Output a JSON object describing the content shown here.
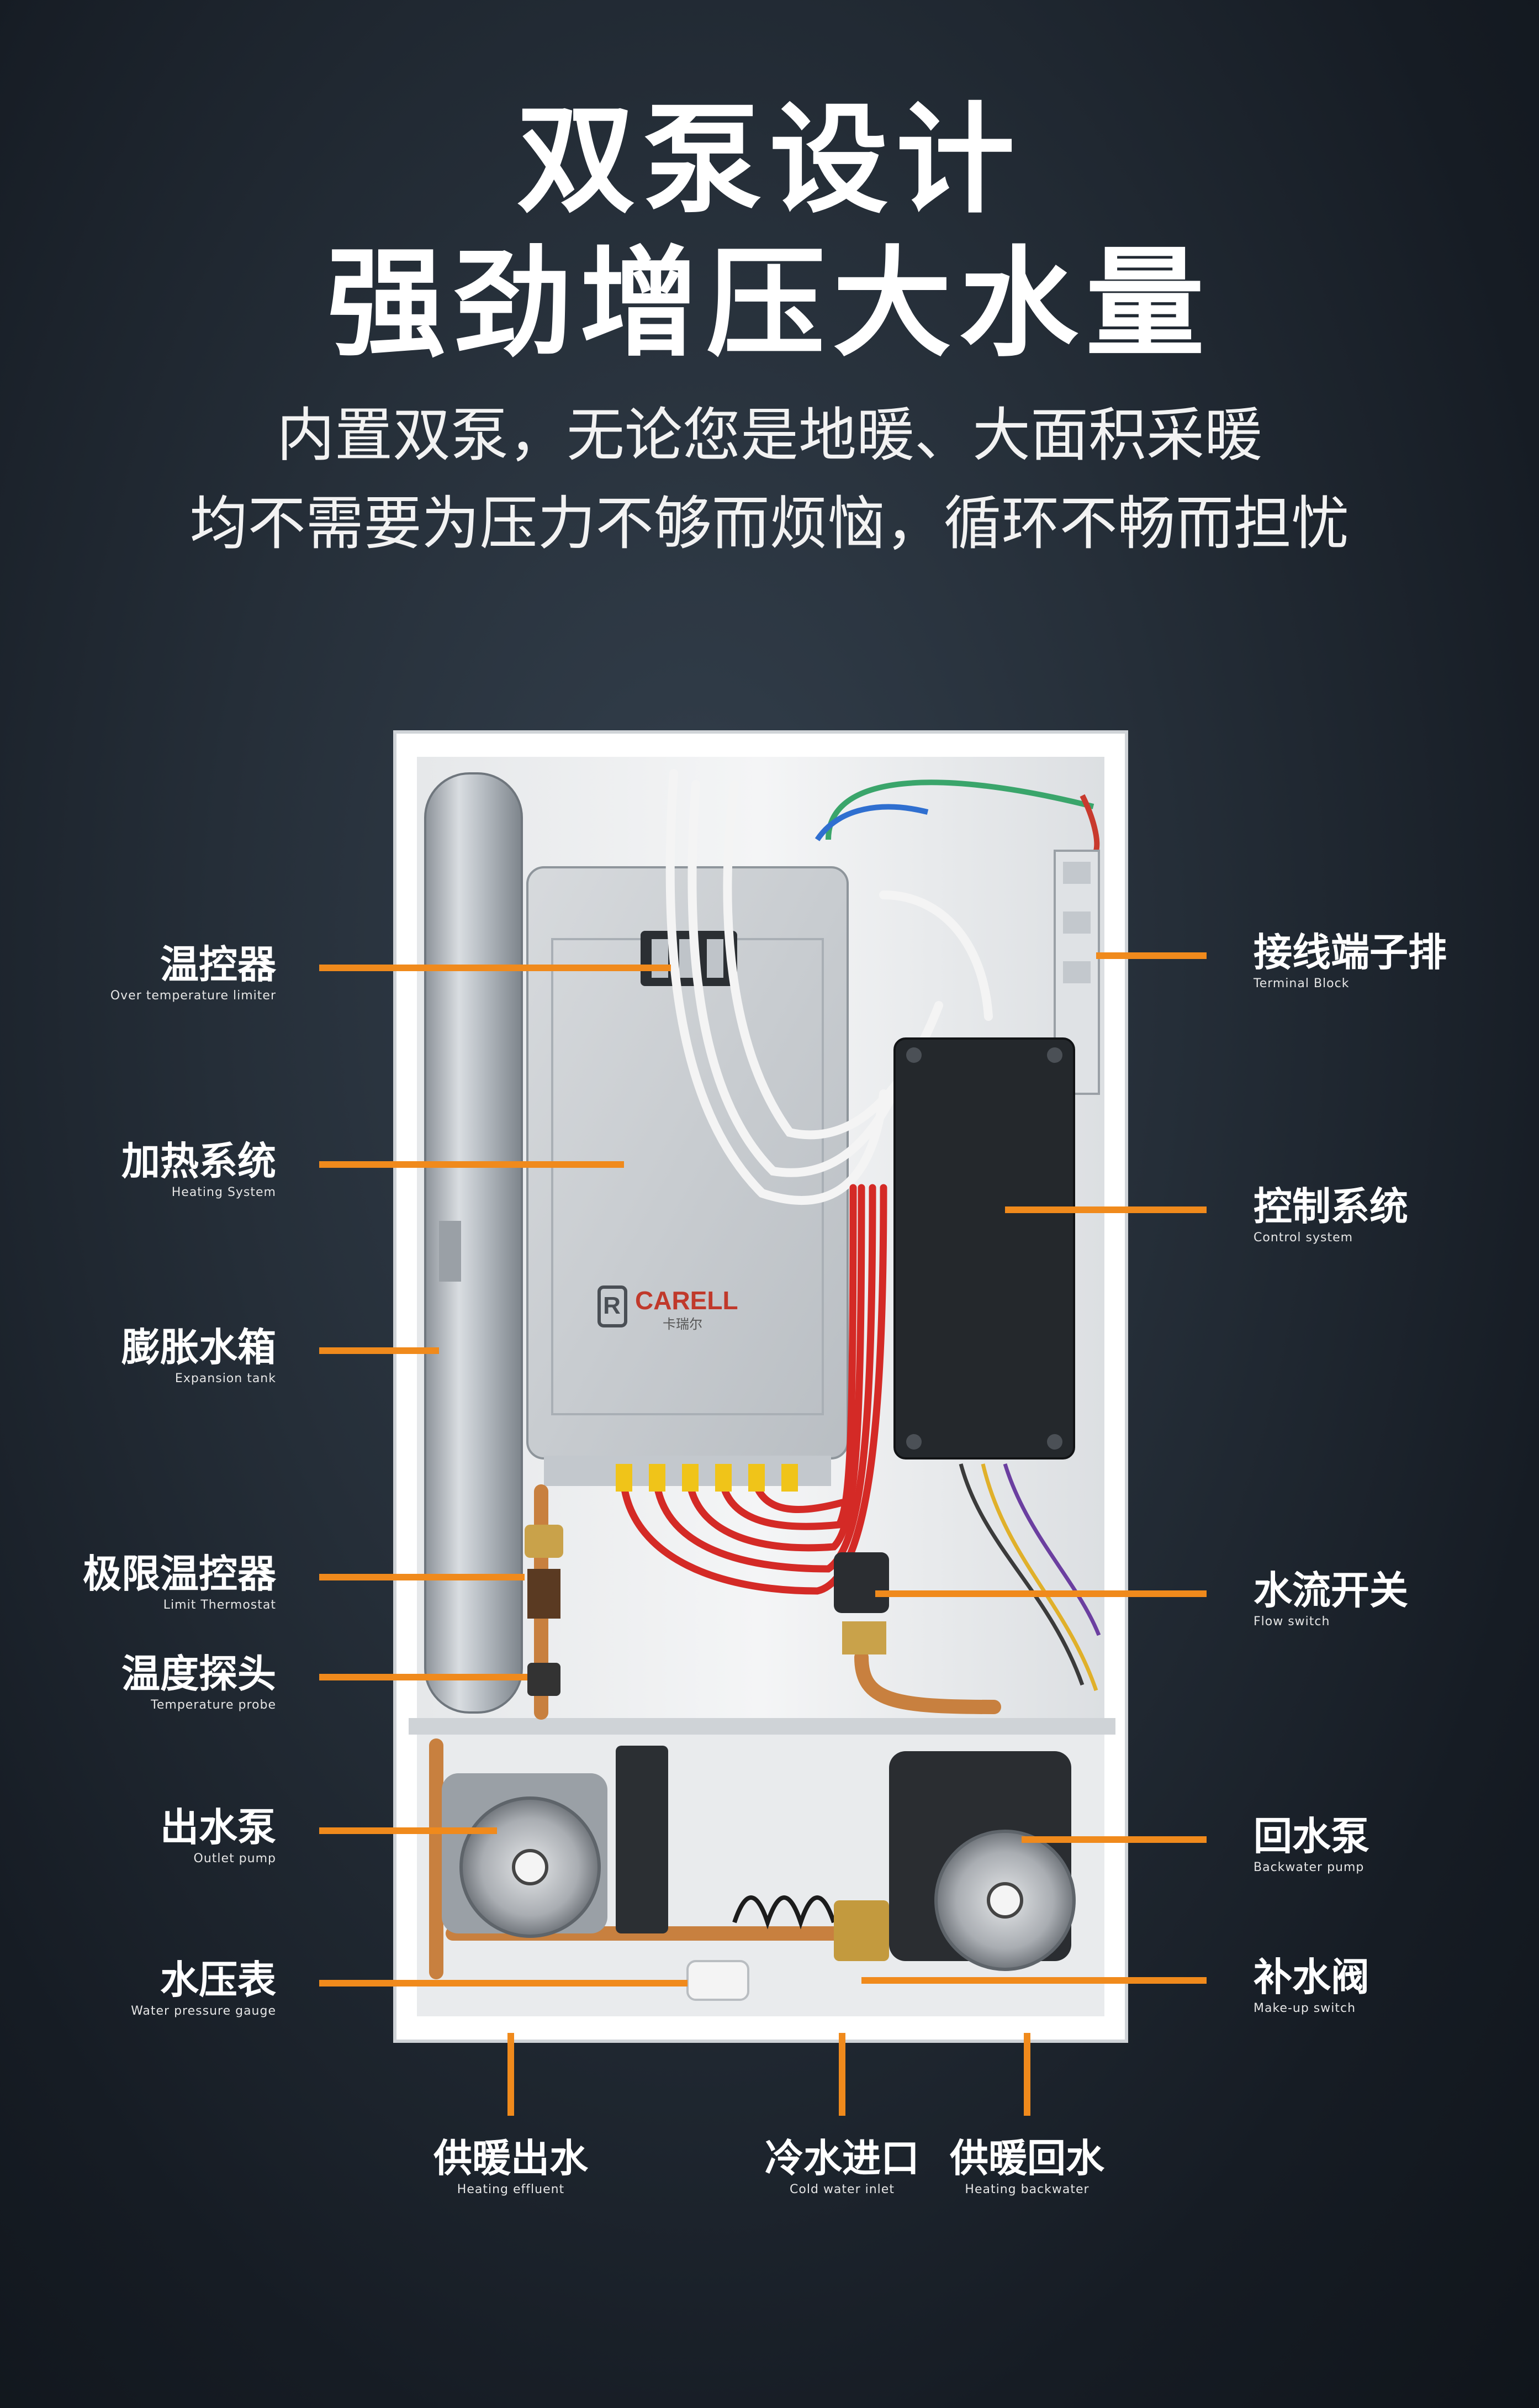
{
  "header": {
    "title_line1": "双泵设计",
    "title_line2": "强劲增压大水量",
    "subtitle_line1": "内置双泵，无论您是地暖、大面积采暖",
    "subtitle_line2": "均不需要为压力不够而烦恼，循环不畅而担忧"
  },
  "brand": {
    "logo_text": "CARELL",
    "logo_sub": "卡瑞尔"
  },
  "colors": {
    "callout_orange": "#f08a1c",
    "background": "#1f2730",
    "text": "#ffffff"
  },
  "callouts": {
    "left": [
      {
        "cn": "温控器",
        "en": "Over temperature limiter"
      },
      {
        "cn": "加热系统",
        "en": "Heating System"
      },
      {
        "cn": "膨胀水箱",
        "en": "Expansion tank"
      },
      {
        "cn": "极限温控器",
        "en": "Limit Thermostat"
      },
      {
        "cn": "温度探头",
        "en": "Temperature probe"
      },
      {
        "cn": "出水泵",
        "en": "Outlet pump"
      },
      {
        "cn": "水压表",
        "en": "Water pressure gauge"
      }
    ],
    "right": [
      {
        "cn": "接线端子排",
        "en": "Terminal Block"
      },
      {
        "cn": "控制系统",
        "en": "Control system"
      },
      {
        "cn": "水流开关",
        "en": "Flow switch"
      },
      {
        "cn": "回水泵",
        "en": "Backwater pump"
      },
      {
        "cn": "补水阀",
        "en": "Make-up switch"
      }
    ],
    "bottom": [
      {
        "cn": "供暖出水",
        "en": "Heating effluent"
      },
      {
        "cn": "冷水进口",
        "en": "Cold water inlet"
      },
      {
        "cn": "供暖回水",
        "en": "Heating backwater"
      }
    ]
  }
}
